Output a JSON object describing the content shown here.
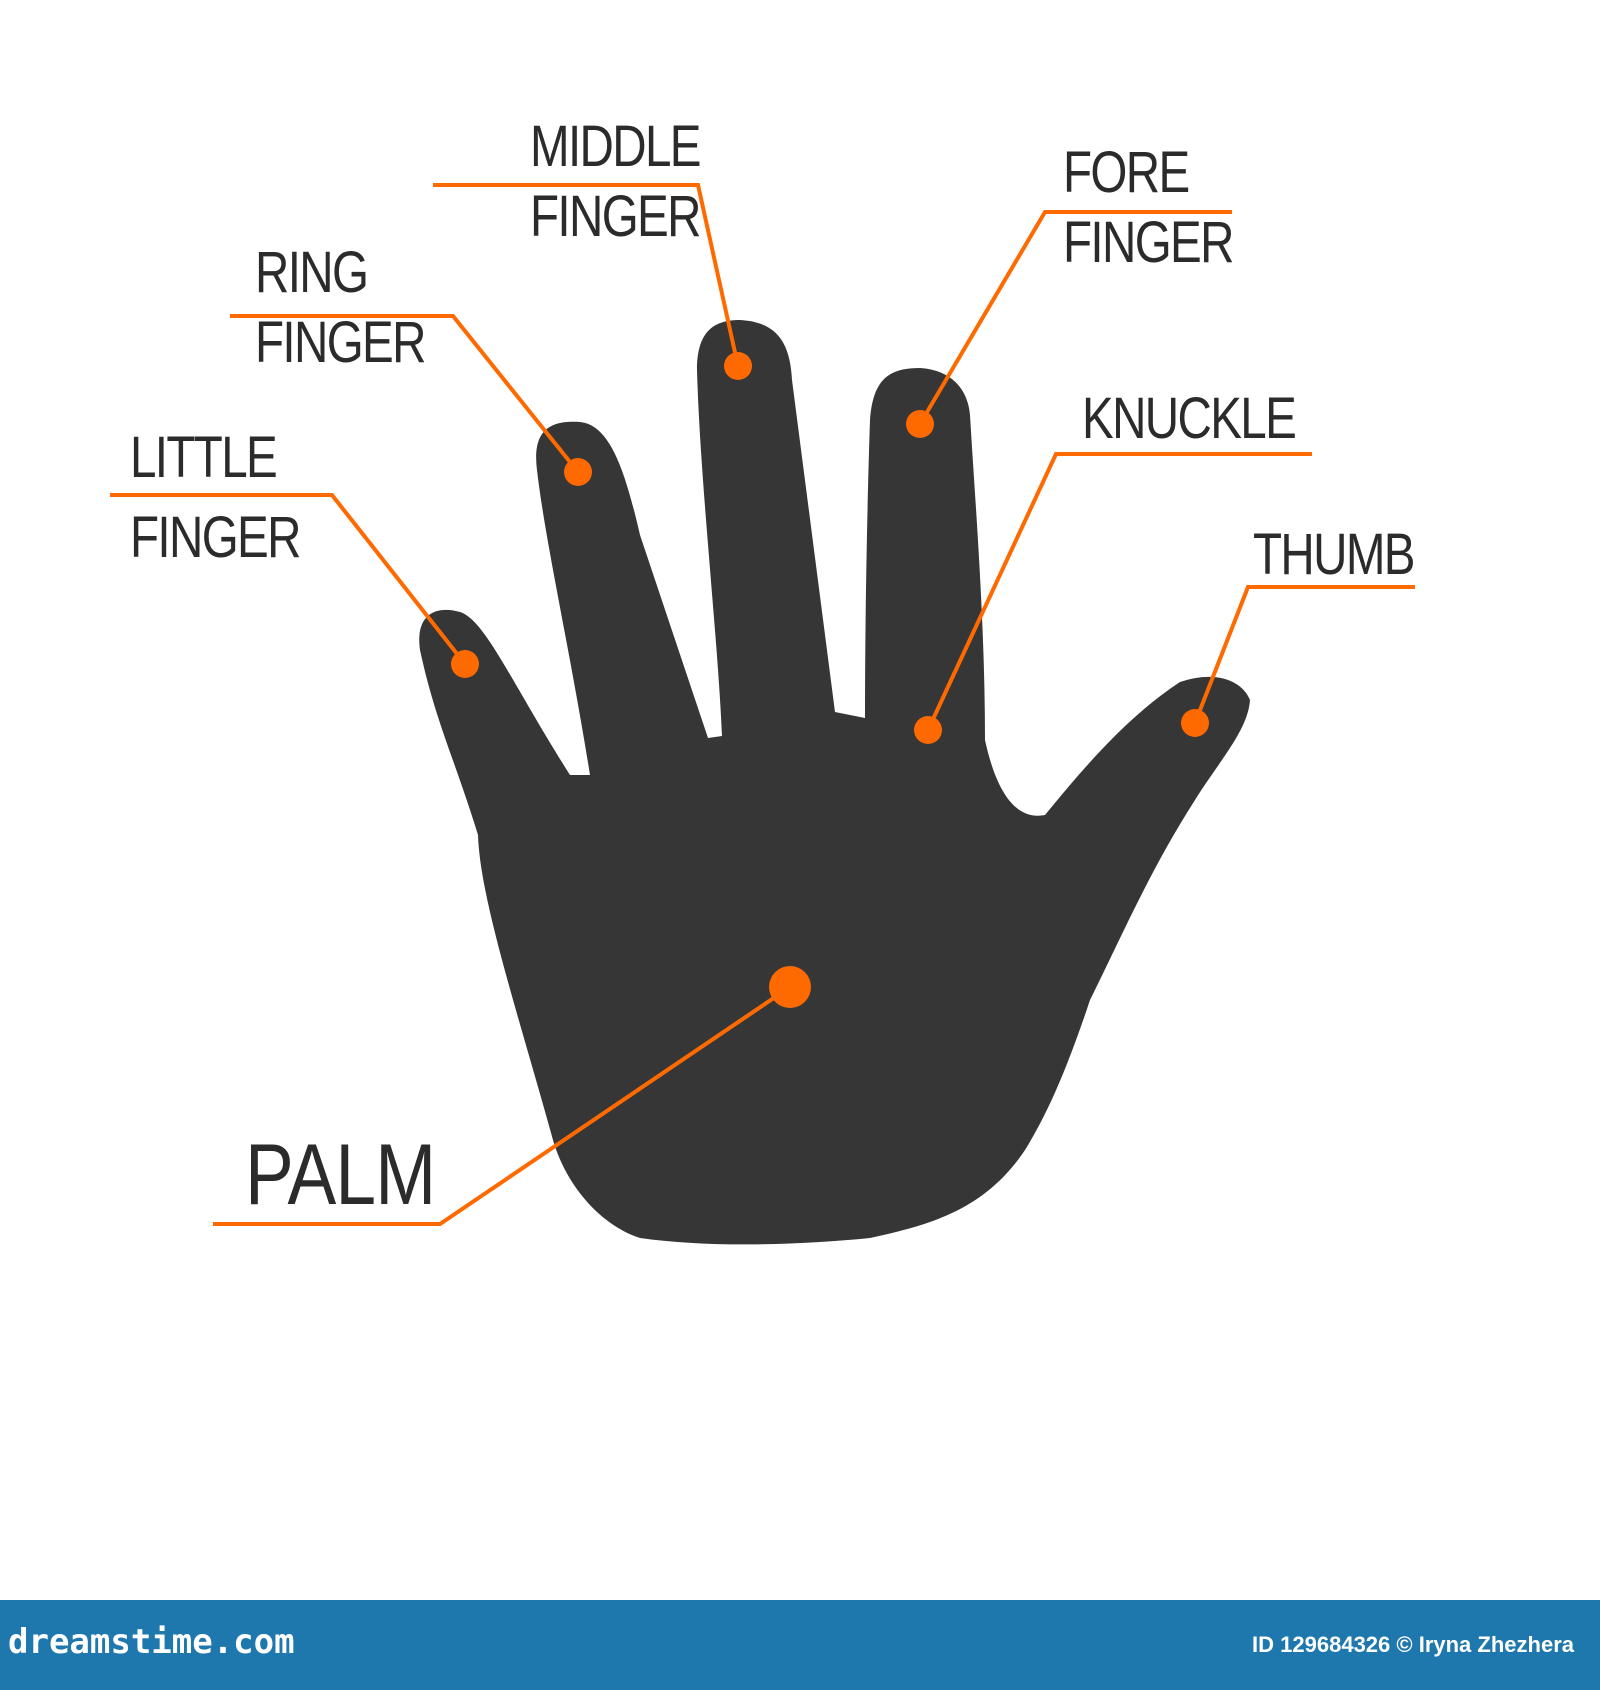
{
  "labels": {
    "middle_finger": [
      "MIDDLE",
      "FINGER"
    ],
    "fore_finger": [
      "FORE",
      "FINGER"
    ],
    "ring_finger": [
      "RING",
      "FINGER"
    ],
    "knuckle": [
      "KNUCKLE"
    ],
    "little_finger": [
      "LITTLE",
      "FINGER"
    ],
    "thumb": [
      "THUMB"
    ],
    "palm": [
      "PALM"
    ]
  },
  "colors": {
    "hand": "#363636",
    "accent": "#ff6a00",
    "label_text": "#2b2b2b",
    "footer_bg": "#1f78ad",
    "footer_text": "#ffffff"
  },
  "footer": {
    "logo": "dreamstime.com",
    "credit": "ID 129684326 © Iryna Zhezhera"
  }
}
